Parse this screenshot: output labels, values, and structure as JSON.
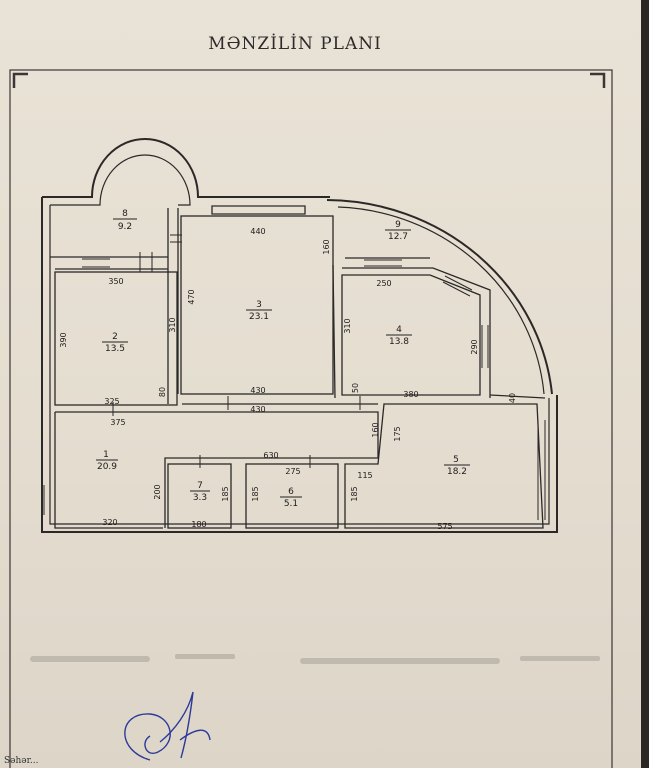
{
  "title": "MƏNZİLİN PLANI",
  "rooms": [
    {
      "id": "room-1",
      "number": "1",
      "area": "20.9"
    },
    {
      "id": "room-2",
      "number": "2",
      "area": "13.5"
    },
    {
      "id": "room-3",
      "number": "3",
      "area": "23.1"
    },
    {
      "id": "room-4",
      "number": "4",
      "area": "13.8"
    },
    {
      "id": "room-5",
      "number": "5",
      "area": "18.2"
    },
    {
      "id": "room-6",
      "number": "6",
      "area": "5.1"
    },
    {
      "id": "room-7",
      "number": "7",
      "area": "3.3"
    },
    {
      "id": "room-8",
      "number": "8",
      "area": "9.2"
    },
    {
      "id": "room-9",
      "number": "9",
      "area": "12.7"
    }
  ],
  "dims": {
    "d440": "440",
    "d160a": "160",
    "d350": "350",
    "d470": "470",
    "d310a": "310",
    "d390": "390",
    "d250": "250",
    "d310b": "310",
    "d290": "290",
    "d80": "80",
    "d325": "325",
    "d430a": "430",
    "d50": "50",
    "d380": "380",
    "d40": "40",
    "d375": "375",
    "d430b": "430",
    "d160b": "160",
    "d175": "175",
    "d630": "630",
    "d275": "275",
    "d115": "115",
    "d200": "200",
    "d185a": "185",
    "d185b": "185",
    "d185c": "185",
    "d320": "320",
    "d180": "180",
    "d575": "575"
  },
  "footer": "Səhər..."
}
